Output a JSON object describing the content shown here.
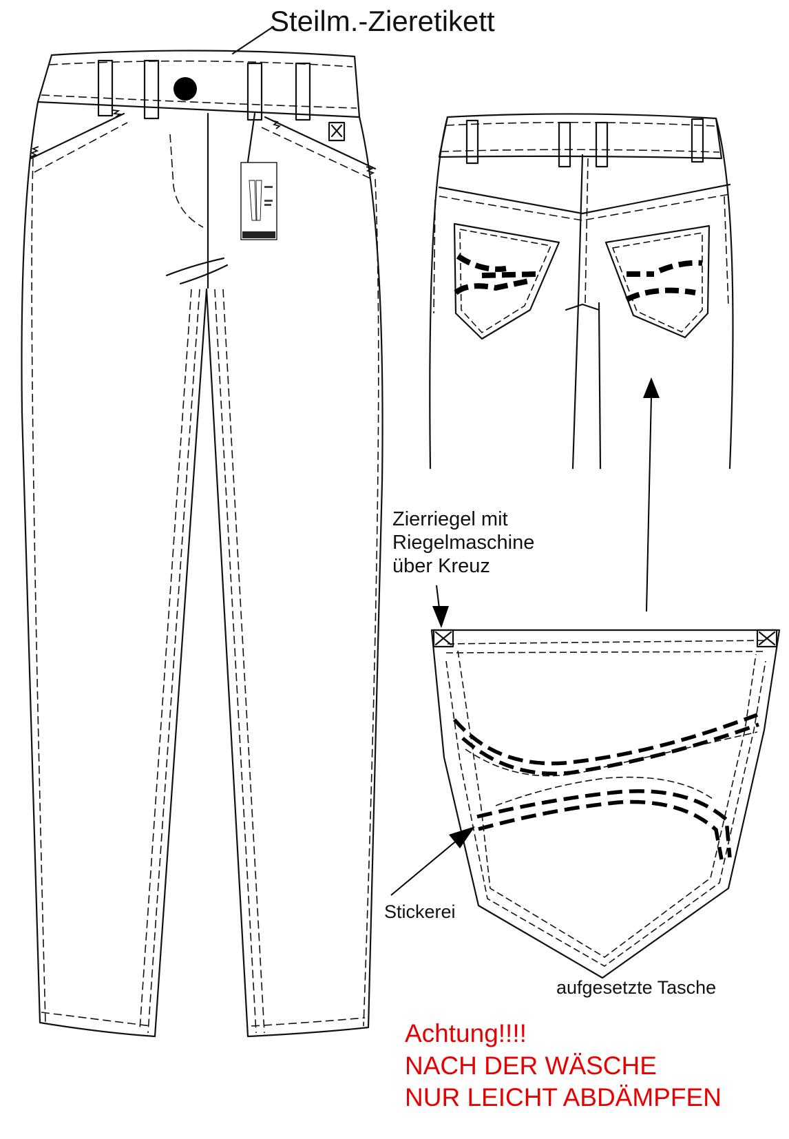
{
  "labels": {
    "waist_label": "Steilm.-Zieretikett",
    "bartack_line1": "Zierriegel mit",
    "bartack_line2": "Riegelmaschine",
    "bartack_line3": "über Kreuz",
    "embroidery": "Stickerei",
    "patch_pocket": "aufgesetzte Tasche",
    "warning_line1": "Achtung!!!!",
    "warning_line2": "NACH DER WÄSCHE",
    "warning_line3": "NUR LEICHT ABDÄMPFEN"
  },
  "colors": {
    "line": "#111111",
    "warning": "#e60000",
    "background": "#ffffff"
  }
}
